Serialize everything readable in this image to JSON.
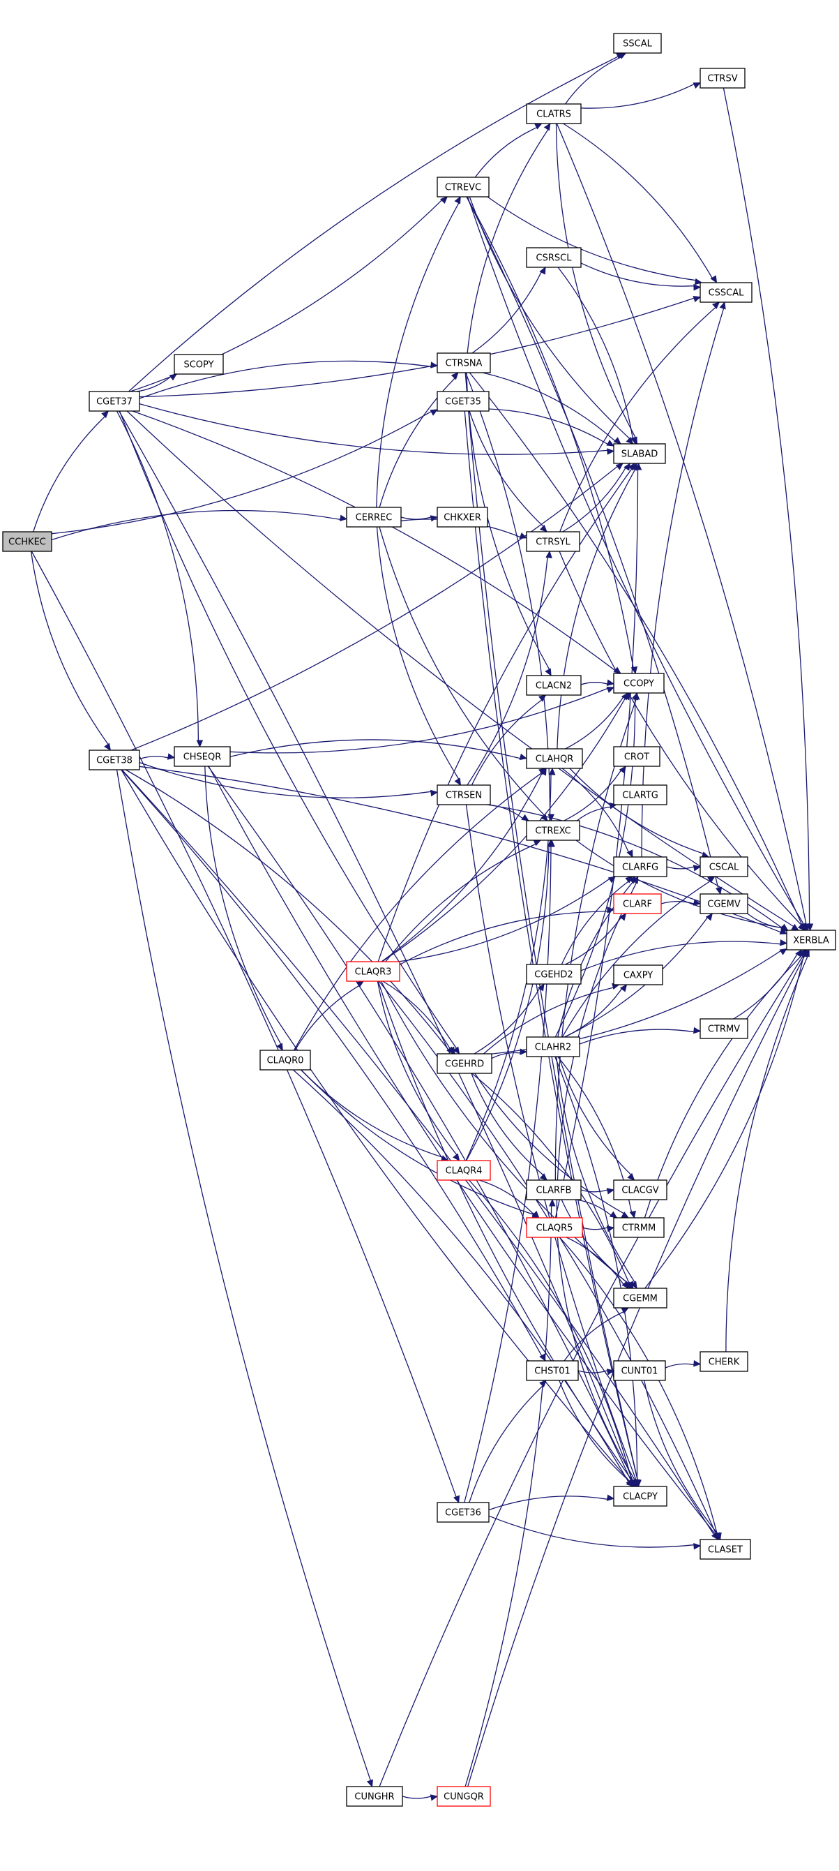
{
  "colors": {
    "edge": "#191970",
    "node_border": "#000000",
    "node_border_red": "#ff0000",
    "root_fill": "#bfbfbf",
    "node_fill": "#ffffff",
    "text": "#000000"
  },
  "nodes": [
    {
      "id": "CCHKEC",
      "label": "CCHKEC",
      "style": "root"
    },
    {
      "id": "CGET37",
      "label": "CGET37",
      "style": "normal"
    },
    {
      "id": "CGET38",
      "label": "CGET38",
      "style": "normal"
    },
    {
      "id": "SCOPY",
      "label": "SCOPY",
      "style": "normal"
    },
    {
      "id": "CHSEQR",
      "label": "CHSEQR",
      "style": "normal"
    },
    {
      "id": "CLAQR0",
      "label": "CLAQR0",
      "style": "normal"
    },
    {
      "id": "CERREC",
      "label": "CERREC",
      "style": "normal"
    },
    {
      "id": "CHKXER",
      "label": "CHKXER",
      "style": "normal"
    },
    {
      "id": "CUNGHR",
      "label": "CUNGHR",
      "style": "normal"
    },
    {
      "id": "CUNGQR",
      "label": "CUNGQR",
      "style": "red"
    },
    {
      "id": "CLAQR3",
      "label": "CLAQR3",
      "style": "red"
    },
    {
      "id": "CLAQR4",
      "label": "CLAQR4",
      "style": "red"
    },
    {
      "id": "CTREVC",
      "label": "CTREVC",
      "style": "normal"
    },
    {
      "id": "CTRSNA",
      "label": "CTRSNA",
      "style": "normal"
    },
    {
      "id": "CGET35",
      "label": "CGET35",
      "style": "normal"
    },
    {
      "id": "CTRSEN",
      "label": "CTRSEN",
      "style": "normal"
    },
    {
      "id": "CGEHRD",
      "label": "CGEHRD",
      "style": "normal"
    },
    {
      "id": "CGET36",
      "label": "CGET36",
      "style": "normal"
    },
    {
      "id": "CLATRS",
      "label": "CLATRS",
      "style": "normal"
    },
    {
      "id": "CSRSCL",
      "label": "CSRSCL",
      "style": "normal"
    },
    {
      "id": "CTRSYL",
      "label": "CTRSYL",
      "style": "normal"
    },
    {
      "id": "CLACN2",
      "label": "CLACN2",
      "style": "normal"
    },
    {
      "id": "CLAHQR",
      "label": "CLAHQR",
      "style": "normal"
    },
    {
      "id": "CTREXC",
      "label": "CTREXC",
      "style": "normal"
    },
    {
      "id": "CGEHD2",
      "label": "CGEHD2",
      "style": "normal"
    },
    {
      "id": "CLAHR2",
      "label": "CLAHR2",
      "style": "normal"
    },
    {
      "id": "CLARFB",
      "label": "CLARFB",
      "style": "normal"
    },
    {
      "id": "CLAQR5",
      "label": "CLAQR5",
      "style": "red"
    },
    {
      "id": "CHST01",
      "label": "CHST01",
      "style": "normal"
    },
    {
      "id": "SSCAL",
      "label": "SSCAL",
      "style": "normal"
    },
    {
      "id": "SLABAD",
      "label": "SLABAD",
      "style": "normal"
    },
    {
      "id": "CCOPY",
      "label": "CCOPY",
      "style": "normal"
    },
    {
      "id": "CROT",
      "label": "CROT",
      "style": "normal"
    },
    {
      "id": "CLARTG",
      "label": "CLARTG",
      "style": "normal"
    },
    {
      "id": "CLARFG",
      "label": "CLARFG",
      "style": "normal"
    },
    {
      "id": "CLARF",
      "label": "CLARF",
      "style": "red"
    },
    {
      "id": "CAXPY",
      "label": "CAXPY",
      "style": "normal"
    },
    {
      "id": "CLACGV",
      "label": "CLACGV",
      "style": "normal"
    },
    {
      "id": "CTRMM",
      "label": "CTRMM",
      "style": "normal"
    },
    {
      "id": "CGEMM",
      "label": "CGEMM",
      "style": "normal"
    },
    {
      "id": "CUNT01",
      "label": "CUNT01",
      "style": "normal"
    },
    {
      "id": "CLACPY",
      "label": "CLACPY",
      "style": "normal"
    },
    {
      "id": "CLASET",
      "label": "CLASET",
      "style": "normal"
    },
    {
      "id": "CTRSV",
      "label": "CTRSV",
      "style": "normal"
    },
    {
      "id": "CSSCAL",
      "label": "CSSCAL",
      "style": "normal"
    },
    {
      "id": "CSCAL",
      "label": "CSCAL",
      "style": "normal"
    },
    {
      "id": "CGEMV",
      "label": "CGEMV",
      "style": "normal"
    },
    {
      "id": "CTRMV",
      "label": "CTRMV",
      "style": "normal"
    },
    {
      "id": "CHERK",
      "label": "CHERK",
      "style": "normal"
    },
    {
      "id": "XERBLA",
      "label": "XERBLA",
      "style": "normal"
    }
  ],
  "edges": [
    [
      "CCHKEC",
      "CGET37"
    ],
    [
      "CCHKEC",
      "CGET38"
    ],
    [
      "CCHKEC",
      "CERREC"
    ],
    [
      "CCHKEC",
      "CGET35"
    ],
    [
      "CCHKEC",
      "CGET36"
    ],
    [
      "CGET37",
      "SCOPY"
    ],
    [
      "CGET37",
      "CHSEQR"
    ],
    [
      "CGET37",
      "CTREVC"
    ],
    [
      "CGET37",
      "CTRSNA"
    ],
    [
      "CGET37",
      "CGEHRD"
    ],
    [
      "CGET37",
      "SSCAL"
    ],
    [
      "CGET37",
      "CSSCAL"
    ],
    [
      "CGET37",
      "CCOPY"
    ],
    [
      "CGET37",
      "SLABAD"
    ],
    [
      "CGET37",
      "CLACPY"
    ],
    [
      "CGET37",
      "XERBLA"
    ],
    [
      "CGET38",
      "CHSEQR"
    ],
    [
      "CGET38",
      "CTRSEN"
    ],
    [
      "CGET38",
      "CGEHRD"
    ],
    [
      "CGET38",
      "CUNGHR"
    ],
    [
      "CGET38",
      "CHST01"
    ],
    [
      "CGET38",
      "CLACPY"
    ],
    [
      "CGET38",
      "CLASET"
    ],
    [
      "CGET38",
      "SLABAD"
    ],
    [
      "CGET38",
      "XERBLA"
    ],
    [
      "CHSEQR",
      "CLAQR0"
    ],
    [
      "CHSEQR",
      "CLAHQR"
    ],
    [
      "CHSEQR",
      "CCOPY"
    ],
    [
      "CHSEQR",
      "CLACPY"
    ],
    [
      "CHSEQR",
      "CLASET"
    ],
    [
      "CLAQR0",
      "CLAQR3"
    ],
    [
      "CLAQR0",
      "CLAQR4"
    ],
    [
      "CLAQR0",
      "CLAHQR"
    ],
    [
      "CLAQR0",
      "CLAQR5"
    ],
    [
      "CLAQR0",
      "CLACPY"
    ],
    [
      "CERREC",
      "CHKXER"
    ],
    [
      "CERREC",
      "CTRSNA"
    ],
    [
      "CERREC",
      "CTRSEN"
    ],
    [
      "CERREC",
      "CTRSYL"
    ],
    [
      "CERREC",
      "CTREXC"
    ],
    [
      "CERREC",
      "CTREVC"
    ],
    [
      "CUNGHR",
      "CUNGQR"
    ],
    [
      "CUNGHR",
      "XERBLA"
    ],
    [
      "CUNGQR",
      "CLARFB"
    ],
    [
      "CUNGQR",
      "XERBLA"
    ],
    [
      "CLAQR3",
      "CLAQR4"
    ],
    [
      "CLAQR3",
      "CGEHRD"
    ],
    [
      "CLAQR3",
      "CLAHQR"
    ],
    [
      "CLAQR3",
      "CTREXC"
    ],
    [
      "CLAQR3",
      "CLARFG"
    ],
    [
      "CLAQR3",
      "CLARF"
    ],
    [
      "CLAQR3",
      "CLACPY"
    ],
    [
      "CLAQR3",
      "CLASET"
    ],
    [
      "CLAQR3",
      "CGEMM"
    ],
    [
      "CLAQR3",
      "SLABAD"
    ],
    [
      "CLAQR3",
      "CCOPY"
    ],
    [
      "CLAQR4",
      "CLAQR5"
    ],
    [
      "CLAQR4",
      "CLAHQR"
    ],
    [
      "CLAQR4",
      "CLACPY"
    ],
    [
      "CLAQR4",
      "CTREXC"
    ],
    [
      "CTREVC",
      "CLATRS"
    ],
    [
      "CTREVC",
      "CSSCAL"
    ],
    [
      "CTREVC",
      "CCOPY"
    ],
    [
      "CTREVC",
      "SLABAD"
    ],
    [
      "CTREVC",
      "CGEMV"
    ],
    [
      "CTREVC",
      "XERBLA"
    ],
    [
      "CTRSNA",
      "CLATRS"
    ],
    [
      "CTRSNA",
      "CSRSCL"
    ],
    [
      "CTRSNA",
      "CTREXC"
    ],
    [
      "CTRSNA",
      "CLACN2"
    ],
    [
      "CTRSNA",
      "SLABAD"
    ],
    [
      "CTRSNA",
      "CLACPY"
    ],
    [
      "CTRSNA",
      "XERBLA"
    ],
    [
      "CGET35",
      "CTRSYL"
    ],
    [
      "CGET35",
      "SLABAD"
    ],
    [
      "CGET35",
      "CLACPY"
    ],
    [
      "CTRSEN",
      "CTREXC"
    ],
    [
      "CTRSEN",
      "CTRSYL"
    ],
    [
      "CTRSEN",
      "CLACN2"
    ],
    [
      "CTRSEN",
      "CLACPY"
    ],
    [
      "CTRSEN",
      "XERBLA"
    ],
    [
      "CGEHRD",
      "CGEHD2"
    ],
    [
      "CGEHRD",
      "CLAHR2"
    ],
    [
      "CGEHRD",
      "CLARFB"
    ],
    [
      "CGEHRD",
      "CGEMM"
    ],
    [
      "CGEHRD",
      "CTRMM"
    ],
    [
      "CGEHRD",
      "CAXPY"
    ],
    [
      "CGEHRD",
      "XERBLA"
    ],
    [
      "CGET36",
      "CHST01"
    ],
    [
      "CGET36",
      "CTREXC"
    ],
    [
      "CGET36",
      "CLACPY"
    ],
    [
      "CGET36",
      "CLASET"
    ],
    [
      "CLATRS",
      "SSCAL"
    ],
    [
      "CLATRS",
      "CTRSV"
    ],
    [
      "CLATRS",
      "CSSCAL"
    ],
    [
      "CLATRS",
      "SLABAD"
    ],
    [
      "CLATRS",
      "XERBLA"
    ],
    [
      "CSRSCL",
      "CSSCAL"
    ],
    [
      "CSRSCL",
      "SLABAD"
    ],
    [
      "CTRSYL",
      "SLABAD"
    ],
    [
      "CTRSYL",
      "CSSCAL"
    ],
    [
      "CTRSYL",
      "XERBLA"
    ],
    [
      "CLACN2",
      "CCOPY"
    ],
    [
      "CLAHQR",
      "CCOPY"
    ],
    [
      "CLAHQR",
      "CLARFG"
    ],
    [
      "CLAHQR",
      "CSCAL"
    ],
    [
      "CLAHQR",
      "SLABAD"
    ],
    [
      "CTREXC",
      "CROT"
    ],
    [
      "CTREXC",
      "CLARTG"
    ],
    [
      "CTREXC",
      "XERBLA"
    ],
    [
      "CGEHD2",
      "CLARFG"
    ],
    [
      "CGEHD2",
      "CLARF"
    ],
    [
      "CGEHD2",
      "XERBLA"
    ],
    [
      "CLAHR2",
      "CCOPY"
    ],
    [
      "CLAHR2",
      "CLARFG"
    ],
    [
      "CLAHR2",
      "CGEMV"
    ],
    [
      "CLAHR2",
      "CTRMV"
    ],
    [
      "CLAHR2",
      "CAXPY"
    ],
    [
      "CLAHR2",
      "CSCAL"
    ],
    [
      "CLAHR2",
      "CLACGV"
    ],
    [
      "CLAHR2",
      "CTRMM"
    ],
    [
      "CLAHR2",
      "CGEMM"
    ],
    [
      "CLAHR2",
      "CLACPY"
    ],
    [
      "CLARFB",
      "CLACGV"
    ],
    [
      "CLARFB",
      "CTRMM"
    ],
    [
      "CLARFB",
      "CGEMM"
    ],
    [
      "CLARFB",
      "CCOPY"
    ],
    [
      "CLAQR5",
      "CTRMM"
    ],
    [
      "CLAQR5",
      "CGEMM"
    ],
    [
      "CLAQR5",
      "CLACPY"
    ],
    [
      "CLAQR5",
      "CLASET"
    ],
    [
      "CLAQR5",
      "SLABAD"
    ],
    [
      "CLAQR5",
      "CLARFG"
    ],
    [
      "CHST01",
      "CUNT01"
    ],
    [
      "CHST01",
      "CGEMM"
    ],
    [
      "CHST01",
      "CLACPY"
    ],
    [
      "CUNT01",
      "CHERK"
    ],
    [
      "CUNT01",
      "CLASET"
    ],
    [
      "CLARFG",
      "CSSCAL"
    ],
    [
      "CLARFG",
      "CSCAL"
    ],
    [
      "CLARF",
      "CGEMV"
    ],
    [
      "CGEMV",
      "XERBLA"
    ],
    [
      "CTRSV",
      "XERBLA"
    ],
    [
      "CTRMV",
      "XERBLA"
    ],
    [
      "CTRMM",
      "XERBLA"
    ],
    [
      "CGEMM",
      "XERBLA"
    ],
    [
      "CHERK",
      "XERBLA"
    ]
  ]
}
